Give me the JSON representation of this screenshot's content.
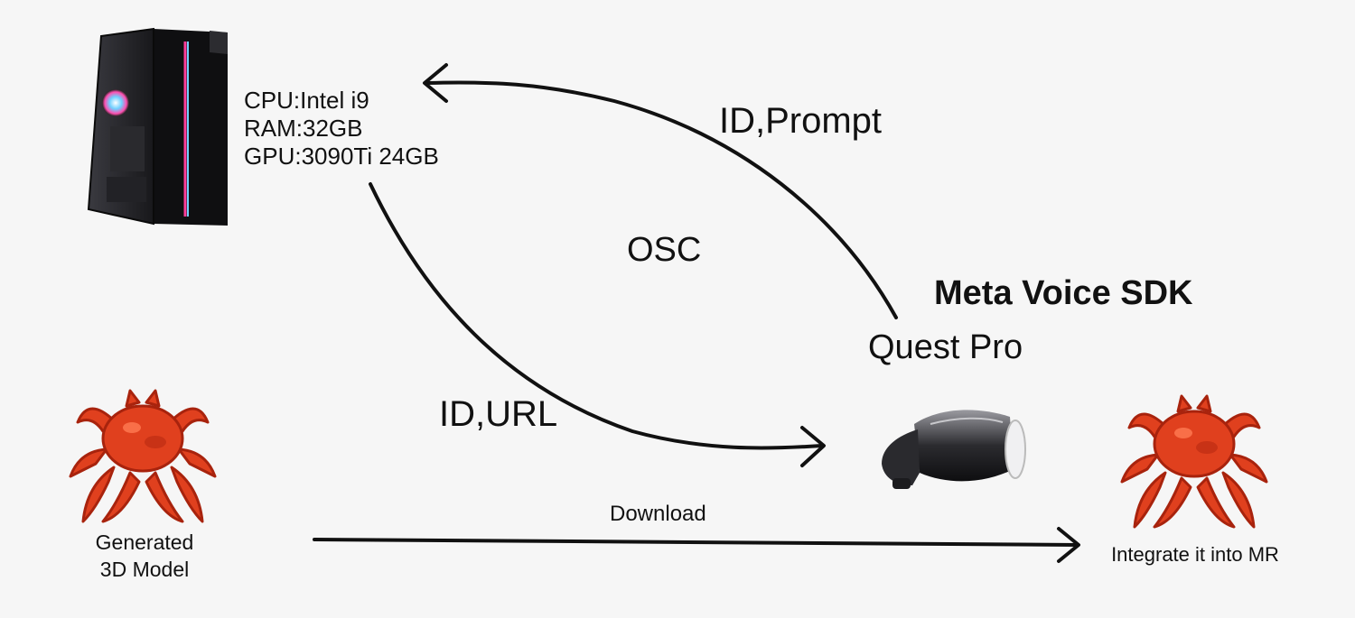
{
  "pc": {
    "specs": [
      "CPU:Intel i9",
      "RAM:32GB",
      "GPU:3090Ti 24GB"
    ]
  },
  "edges": {
    "prompt_label": "ID,Prompt",
    "url_label": "ID,URL",
    "protocol_label": "OSC",
    "download_label": "Download"
  },
  "headset": {
    "sdk_label": "Meta Voice SDK",
    "device_label": "Quest Pro"
  },
  "models": {
    "generated_label": "Generated 3D Model",
    "integrate_label": "Integrate it into MR"
  },
  "colors": {
    "background": "#f6f6f6",
    "arrow": "#111111",
    "crab": "#e0401e",
    "crab_dark": "#a8230d",
    "pc_case": "#1c1c1f",
    "rgb_accent": "#ff3d9a"
  },
  "icons": {
    "pc": "desktop-pc-icon",
    "headset": "vr-headset-icon",
    "model": "crab-model-icon"
  }
}
